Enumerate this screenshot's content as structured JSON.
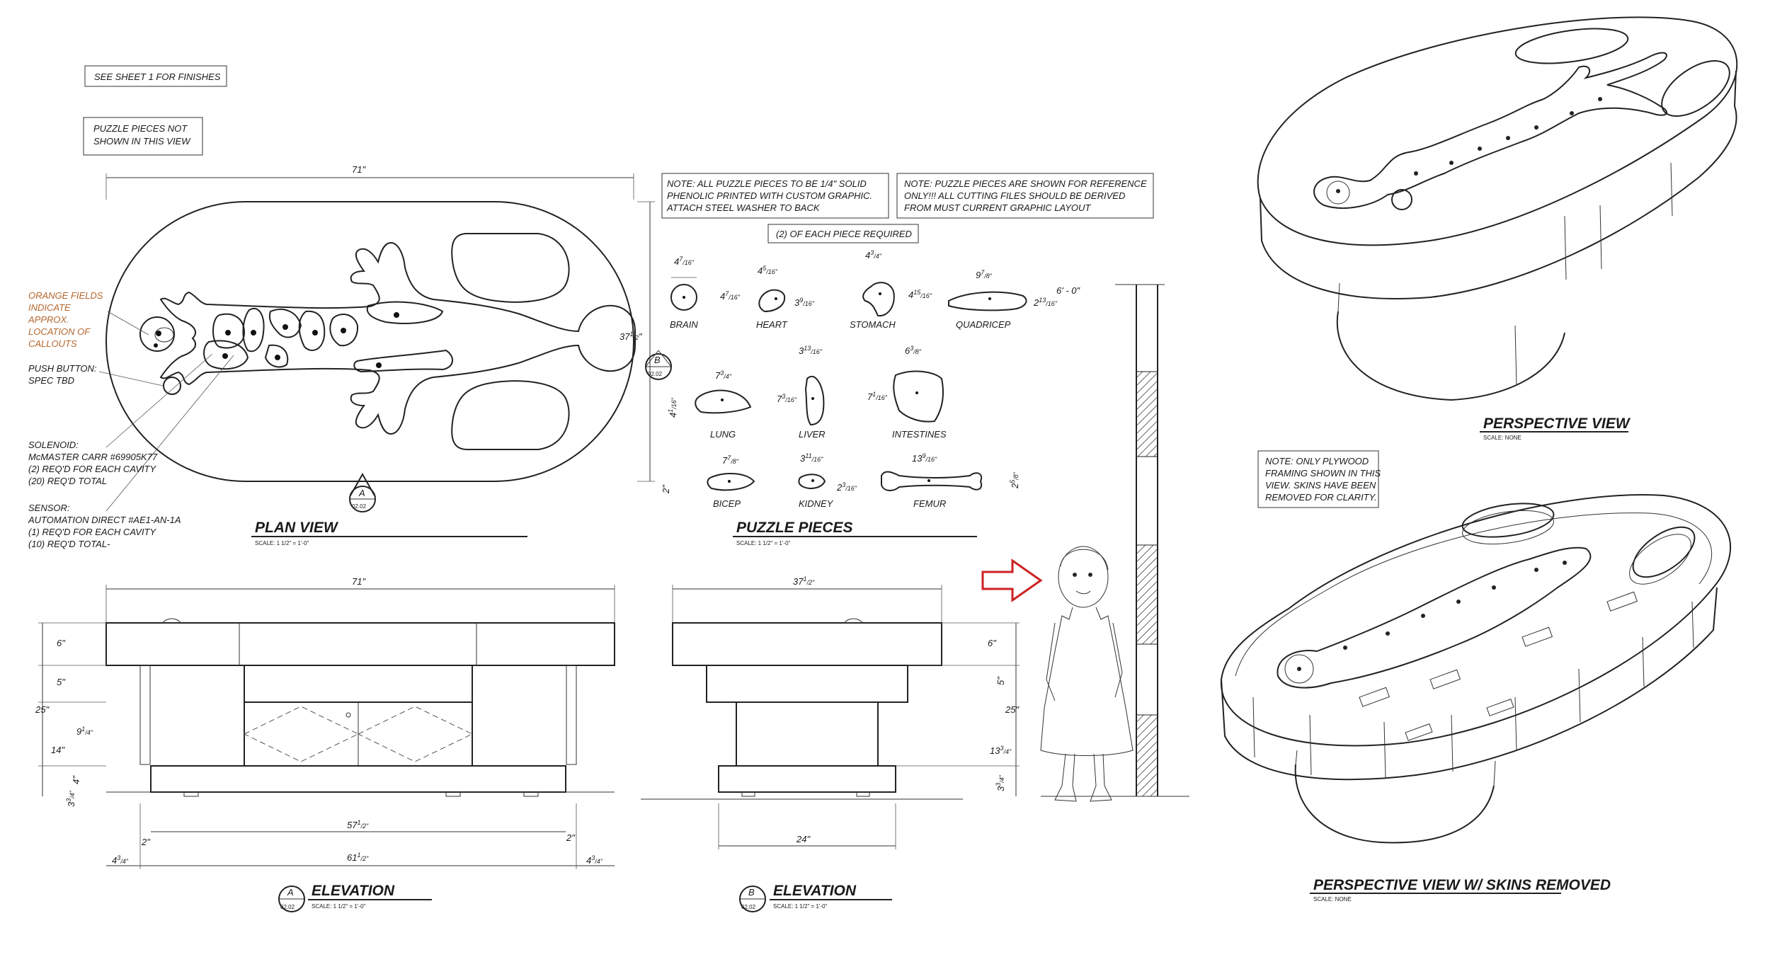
{
  "notes": {
    "finishes": "SEE SHEET 1 FOR FINISHES",
    "puzzle_not_shown_1": "PUZZLE PIECES NOT",
    "puzzle_not_shown_2": "SHOWN IN THIS VIEW",
    "phenolic_1": "NOTE: ALL PUZZLE PIECES TO BE 1/4\" SOLID",
    "phenolic_2": "PHENOLIC  PRINTED WITH CUSTOM GRAPHIC.",
    "phenolic_3": "ATTACH STEEL WASHER TO BACK",
    "reference_1": "NOTE: PUZZLE PIECES ARE SHOWN FOR REFERENCE",
    "reference_2": "ONLY!!! ALL CUTTING FILES SHOULD BE DERIVED",
    "reference_3": "FROM MUST CURRENT GRAPHIC LAYOUT",
    "each_required": "(2) OF EACH PIECE REQUIRED",
    "plywood_1": "NOTE: ONLY PLYWOOD",
    "plywood_2": "FRAMING SHOWN IN THIS",
    "plywood_3": "VIEW. SKINS HAVE BEEN",
    "plywood_4": "REMOVED FOR CLARITY."
  },
  "callouts": {
    "orange_1": "ORANGE FIELDS",
    "orange_2": "INDICATE",
    "orange_3": "APPROX.",
    "orange_4": "LOCATION OF",
    "orange_5": "CALLOUTS",
    "push_1": "PUSH BUTTON:",
    "push_2": "SPEC TBD",
    "sol_1": "SOLENOID:",
    "sol_2": "McMASTER CARR #69905K77",
    "sol_3": "(2) REQ'D FOR EACH CAVITY",
    "sol_4": "(20) REQ'D TOTAL",
    "sen_1": "SENSOR:",
    "sen_2": "AUTOMATION DIRECT #AE1-AN-1A",
    "sen_3": "(1) REQ'D FOR EACH CAVITY",
    "sen_4": "(10) REQ'D TOTAL-"
  },
  "views": {
    "plan": {
      "title": "PLAN VIEW",
      "scale": "SCALE: 1 1/2\" = 1'-0\""
    },
    "pieces": {
      "title": "PUZZLE PIECES",
      "scale": "SCALE: 1 1/2\" = 1'-0\""
    },
    "elev_a": {
      "title": "ELEVATION",
      "scale": "SCALE: 1 1/2\" = 1'-0\"",
      "mark": "A",
      "sheet": "02.02"
    },
    "elev_b": {
      "title": "ELEVATION",
      "scale": "SCALE: 1 1/2\" = 1'-0\"",
      "mark": "B",
      "sheet": "02.02"
    },
    "persp": {
      "title": "PERSPECTIVE VIEW",
      "scale": "SCALE: NONE"
    },
    "persp_skins": {
      "title": "PERSPECTIVE VIEW W/ SKINS REMOVED",
      "scale": "SCALE: NONE"
    }
  },
  "section_marks": {
    "a_letter": "A",
    "a_sheet": "02.02",
    "b_letter": "B",
    "b_sheet": "02.02"
  },
  "pieces": {
    "brain": "BRAIN",
    "heart": "HEART",
    "stomach": "STOMACH",
    "quadricep": "QUADRICEP",
    "lung": "LUNG",
    "liver": "LIVER",
    "intestines": "INTESTINES",
    "bicep": "BICEP",
    "kidney": "KIDNEY",
    "femur": "FEMUR"
  },
  "dims": {
    "plan_width": "71\"",
    "plan_depth": "37",
    "elev_a_width": "71\"",
    "elev_b_width": "37",
    "six_a": "6\"",
    "five_a": "5\"",
    "twentyfive_a": "25\"",
    "nine_a": "9",
    "fourteen_a": "14\"",
    "four_a": "4\"",
    "three_a": "3",
    "six_b": "6\"",
    "five_b": "5\"",
    "twentyfive_b": "25\"",
    "thirteen_b": "13",
    "three_b": "3",
    "fiftyseven": "57",
    "sixtyone": "61",
    "two_l": "2\"",
    "two_r": "2\"",
    "four_l": "4",
    "four_r": "4",
    "twentyfour": "24\"",
    "height_ref": "6' - 0\""
  }
}
